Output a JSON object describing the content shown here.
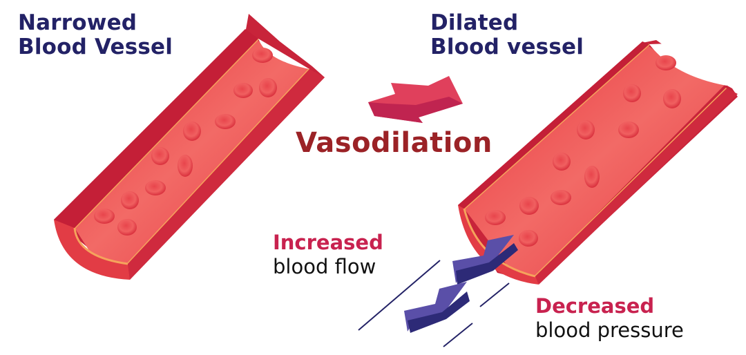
{
  "figure": {
    "left_title": {
      "line1": "Narrowed",
      "line2": "Blood Vessel"
    },
    "right_title": {
      "line1": "Dilated",
      "line2": "Blood vessel"
    },
    "process_title": "Vasodilation",
    "effects": [
      {
        "emphasis": "Increased",
        "text": "blood flow"
      },
      {
        "emphasis": "Decreased",
        "text": "blood pressure"
      }
    ],
    "icons": {
      "process_arrow": "right-arrow",
      "flow_arrows": "down-left-arrow"
    }
  },
  "colors": {
    "heading_navy": "#232266",
    "process_title_red": "#9b2226",
    "emphasis_pink": "#c8224f",
    "vessel_wall": "#d22b3f",
    "vessel_lumen": "#ee4a4f",
    "vessel_lining": "#f5a35c",
    "arrow_pink": "#e0405c",
    "arrow_purple": "#5a4fa8",
    "arrow_purple_dark": "#2d2a77"
  }
}
